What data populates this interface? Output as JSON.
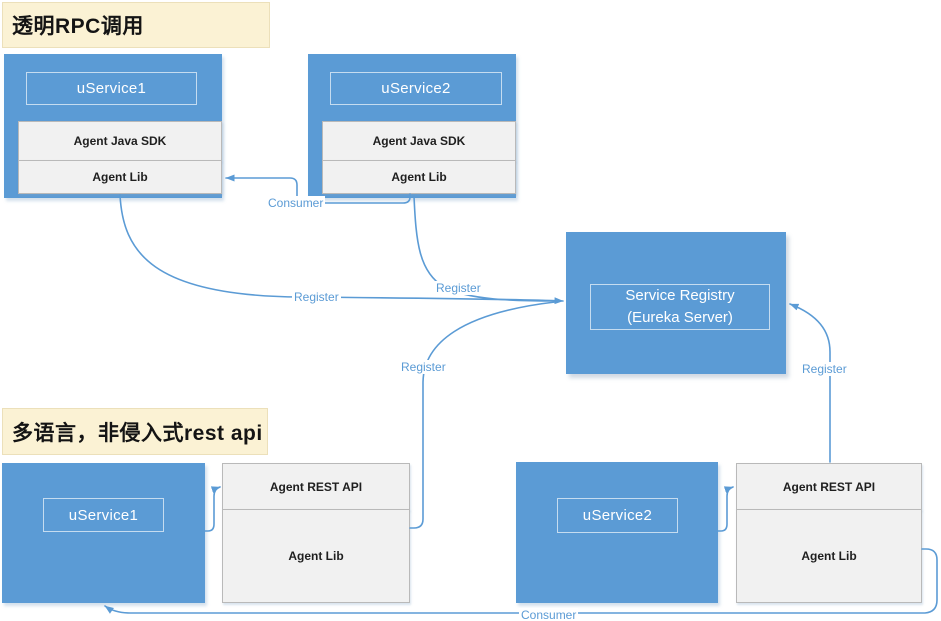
{
  "colors": {
    "box_blue": "#5b9bd5",
    "connector_blue": "#5b9bd5",
    "gray_layer_bg": "#f1f1f1",
    "gray_layer_border": "#b9b9b9",
    "note_bg": "#fbf2d4",
    "label_text": "#5b9bd5"
  },
  "notes": {
    "transparent_rpc": "透明RPC调用",
    "multi_language": "多语言，非侵入式rest api"
  },
  "top_section": {
    "uservice1": {
      "title": "uService1",
      "layers": [
        "Agent Java SDK",
        "Agent Lib"
      ]
    },
    "uservice2": {
      "title": "uService2",
      "layers": [
        "Agent Java SDK",
        "Agent Lib"
      ]
    }
  },
  "registry": {
    "title_line1": "Service Registry",
    "title_line2": "(Eureka Server)"
  },
  "bottom_section": {
    "uservice1": {
      "title": "uService1",
      "layers": [
        "Agent REST API",
        "Agent Lib"
      ]
    },
    "uservice2": {
      "title": "uService2",
      "layers": [
        "Agent REST API",
        "Agent Lib"
      ]
    }
  },
  "connector_labels": {
    "consumer_top": "Consumer",
    "register_uservice1_top": "Register",
    "register_uservice2_top": "Register",
    "register_uservice1_bottom": "Register",
    "register_uservice2_bottom": "Register",
    "consumer_bottom": "Consumer"
  }
}
